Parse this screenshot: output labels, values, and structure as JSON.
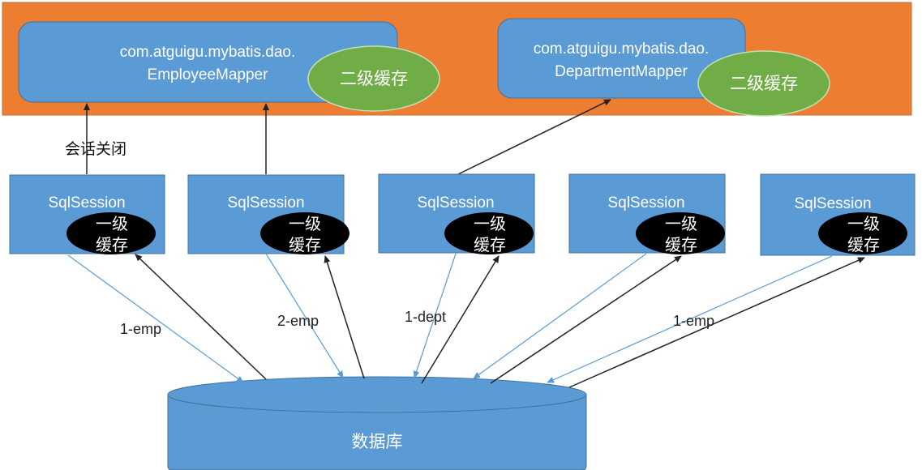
{
  "colors": {
    "orange_band": "#ED7D31",
    "blue": "#5B9BD5",
    "green": "#70AD47",
    "black": "#000000",
    "request_arrow": "#5B9BD5",
    "response_arrow": "#222222"
  },
  "mappers": [
    {
      "line1": "com.atguigu.mybatis.dao.",
      "line2": "EmployeeMapper",
      "cache_label": "二级缓存"
    },
    {
      "line1": "com.atguigu.mybatis.dao.",
      "line2": "DepartmentMapper",
      "cache_label": "二级缓存"
    }
  ],
  "session_close_label": "会话关闭",
  "sessions": [
    {
      "label": "SqlSession",
      "cache_line1": "一级",
      "cache_line2": "缓存"
    },
    {
      "label": "SqlSession",
      "cache_line1": "一级",
      "cache_line2": "缓存"
    },
    {
      "label": "SqlSession",
      "cache_line1": "一级",
      "cache_line2": "缓存"
    },
    {
      "label": "SqlSession",
      "cache_line1": "一级",
      "cache_line2": "缓存"
    },
    {
      "label": "SqlSession",
      "cache_line1": "一级",
      "cache_line2": "缓存"
    }
  ],
  "query_labels": [
    "1-emp",
    "2-emp",
    "1-dept",
    "1-emp"
  ],
  "database": {
    "label": "数据库"
  }
}
